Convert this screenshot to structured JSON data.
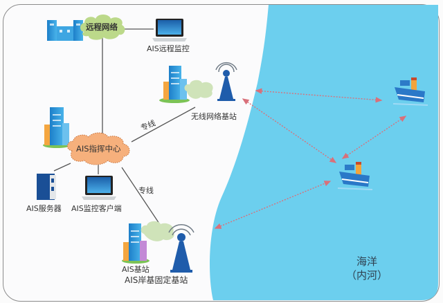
{
  "diagram": {
    "title_clouds": {
      "remote_network": "远程网络",
      "command_center": "AIS指挥中心"
    },
    "nodes": {
      "remote_monitor": "AIS远程监控",
      "wireless_base_station": "无线网络基站",
      "ais_server": "AIS服务器",
      "monitor_client": "AIS监控客户端",
      "ais_base_station": "AIS基站",
      "shore_fixed_station": "AIS岸基固定基站"
    },
    "link_labels": {
      "dedicated_line_1": "专线",
      "dedicated_line_2": "专线"
    },
    "sea": {
      "line1": "海洋",
      "line2": "（内河）"
    },
    "colors": {
      "sea": "#6ccfee",
      "command_cloud": "#f6b07c",
      "remote_cloud": "#bcd98a",
      "building": "#2f9ad6",
      "tower": "#1f5cab",
      "arrow": "#d9707a"
    }
  }
}
